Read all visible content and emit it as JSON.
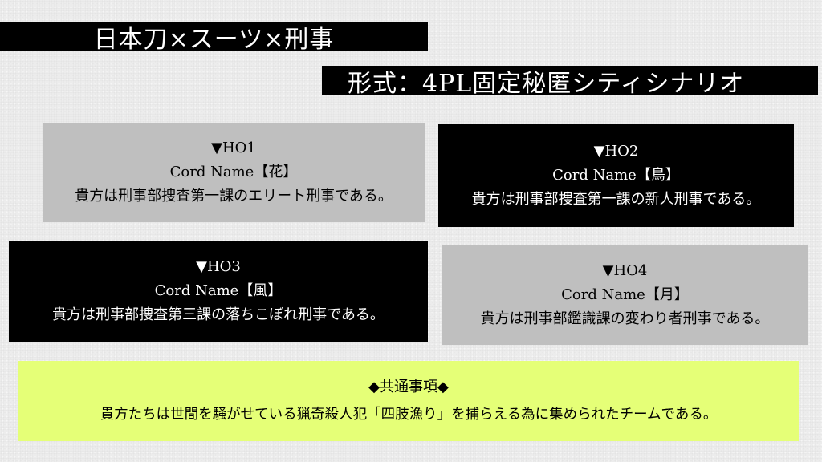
{
  "title": "日本刀×スーツ×刑事",
  "subtitle": "形式：4PL固定秘匿シティシナリオ",
  "handouts": [
    {
      "heading": "▼HO1",
      "code_name": "Cord Name【花】",
      "description": "貴方は刑事部捜査第一課のエリート刑事である。"
    },
    {
      "heading": "▼HO2",
      "code_name": "Cord Name【鳥】",
      "description": "貴方は刑事部捜査第一課の新人刑事である。"
    },
    {
      "heading": "▼HO3",
      "code_name": "Cord Name【風】",
      "description": "貴方は刑事部捜査第三課の落ちこぼれ刑事である。"
    },
    {
      "heading": "▼HO4",
      "code_name": "Cord Name【月】",
      "description": "貴方は刑事部鑑識課の変わり者刑事である。"
    }
  ],
  "common": {
    "heading": "◆共通事項◆",
    "text": "貴方たちは世間を騒がせている猟奇殺人犯「四肢漁り」を捕らえる為に集められたチームである。"
  },
  "colors": {
    "background": "#ececec",
    "dark_panel": "#000000",
    "light_panel": "#bfbfbf",
    "common_panel": "#e5ff77"
  }
}
